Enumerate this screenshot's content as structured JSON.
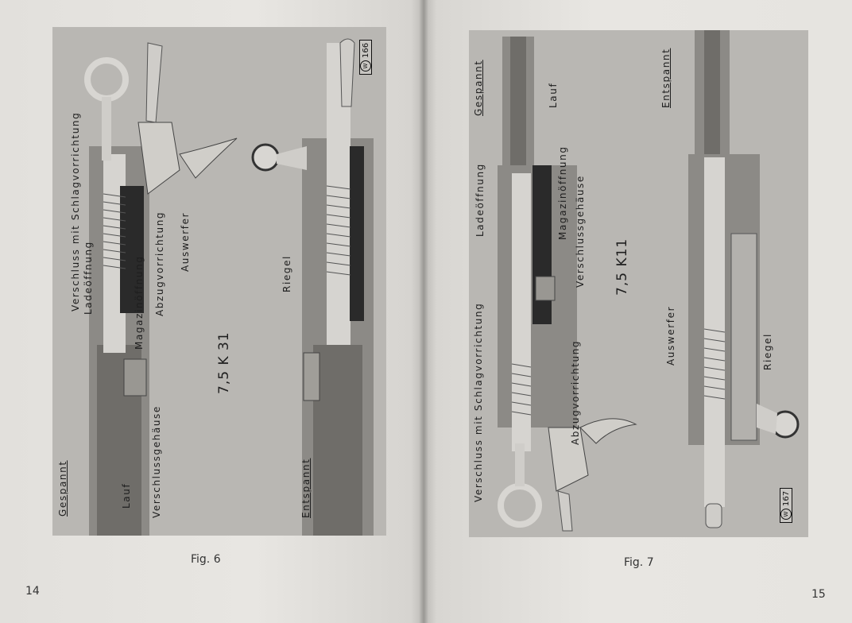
{
  "left_page": {
    "page_number": "14",
    "caption": "Fig. 6",
    "stamp": "166",
    "model": "7,5 K 31",
    "state_top": "Gespannt",
    "state_bottom": "Entspannt",
    "labels": {
      "verschluss": "Verschluss mit Schlagvorrichtung",
      "ladeoeffnung": "Ladeöffnung",
      "magazinoeffnung": "Magazinöffnung",
      "abzugvorrichtung": "Abzugvorrichtung",
      "auswerfer": "Auswerfer",
      "riegel": "Riegel",
      "verschlussgehaeuse": "Verschlussgehäuse",
      "lauf": "Lauf"
    }
  },
  "right_page": {
    "page_number": "15",
    "caption": "Fig. 7",
    "stamp": "167",
    "model": "7,5 K11",
    "state_top": "Gespannt",
    "state_bottom": "Entspannt",
    "labels": {
      "lauf": "Lauf",
      "ladeoeffnung": "Ladeöffnung",
      "magazinoeffnung": "Magazinöffnung",
      "verschlussgehaeuse": "Verschlussgehäuse",
      "verschluss": "Verschluss mit Schlagvorrichtung",
      "abzugvorrichtung": "Abzugvorrichtung",
      "auswerfer": "Auswerfer",
      "riegel": "Riegel"
    }
  }
}
